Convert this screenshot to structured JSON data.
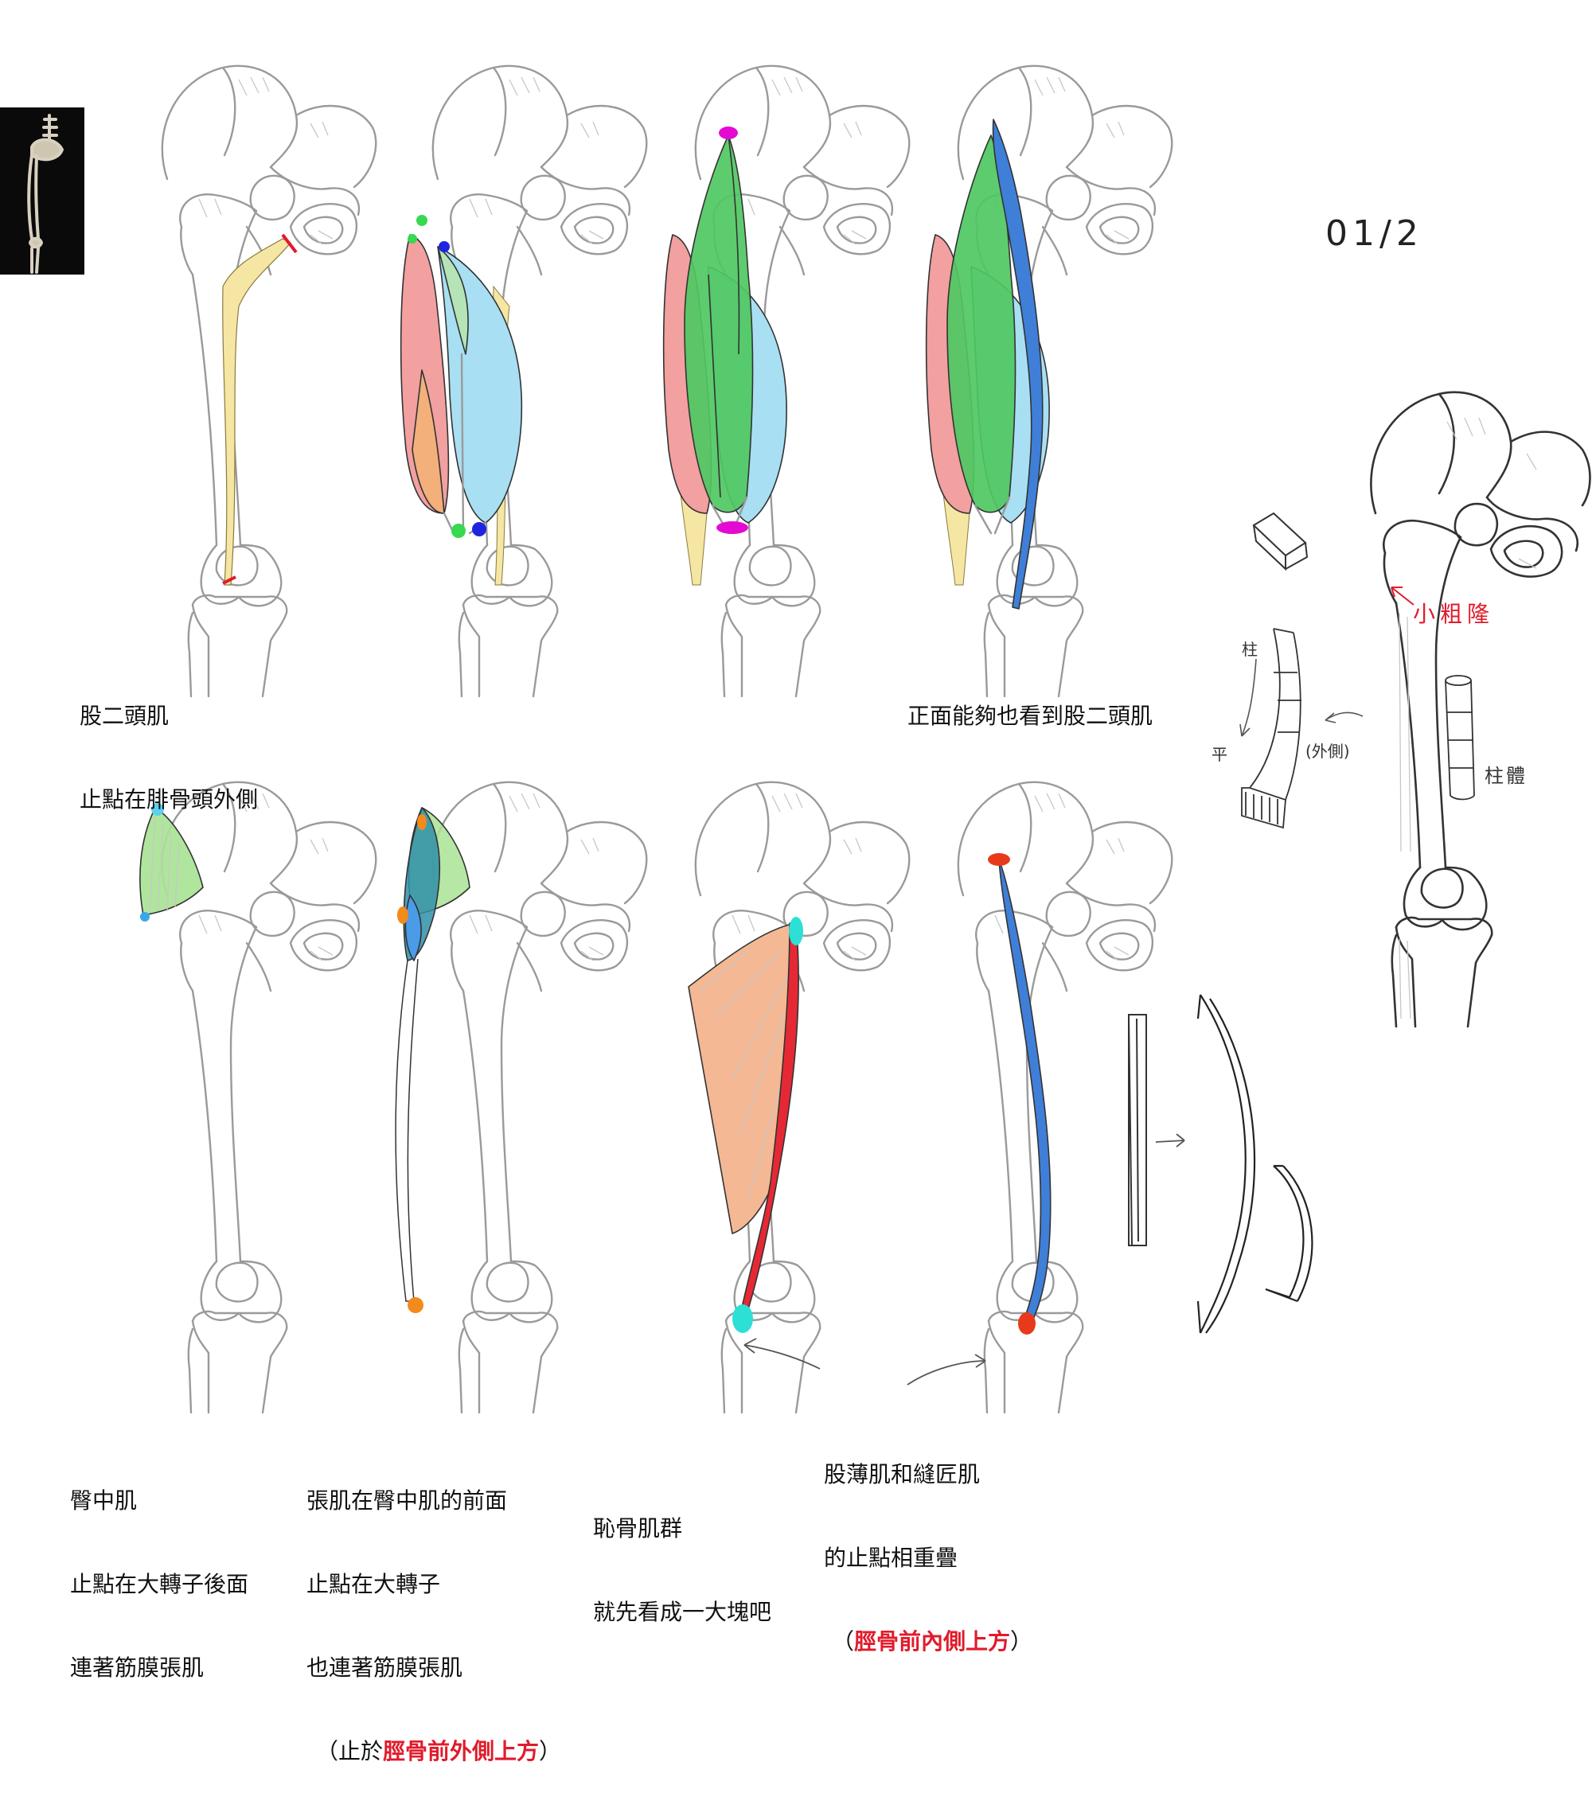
{
  "page_number": "01/2",
  "colors": {
    "biceps_tendon": "#f5e6a3",
    "marker_red": "#e11b2b",
    "vastus_lateralis": "#f2a0a0",
    "rectus_green": "#4fc862",
    "vastus_medialis": "#a8dff3",
    "sartorius_blue": "#3f7fd8",
    "glute_med": "#a9e395",
    "adductor_salmon": "#f5b894",
    "marker_magenta": "#e40ad2",
    "marker_cyan": "#2de0d6",
    "marker_orange": "#f28a1c"
  },
  "captions": {
    "biceps": {
      "line1": "股二頭肌",
      "line2": "止點在腓骨頭外側"
    },
    "front_biceps": {
      "line1": "正面能夠也看到股二頭肌"
    },
    "glute_med": {
      "line1": "臀中肌",
      "line2": "止點在大轉子後面",
      "line3": "連著筋膜張肌"
    },
    "tfl": {
      "line1": "張肌在臀中肌的前面",
      "line2": "止點在大轉子",
      "line3": "也連著筋膜張肌",
      "line4_pre": "（止於",
      "line4_red": "脛骨前外側上方",
      "line4_post": "）"
    },
    "pubic": {
      "line1": "恥骨肌群",
      "line2": "就先看成一大塊吧"
    },
    "gracilis": {
      "line1": "股薄肌和縫匠肌",
      "line2": "的止點相重疊",
      "line3_pre": "（",
      "line3_red": "脛骨前內側上方",
      "line3_post": "）"
    }
  },
  "sketch_notes": {
    "lesser_trochanter": "小粗隆",
    "column": "柱",
    "flat": "平",
    "lateral": "(外側)",
    "column_body": "柱體"
  },
  "icons": {
    "reference_photo": "skeleton-reference-thumbnail"
  }
}
